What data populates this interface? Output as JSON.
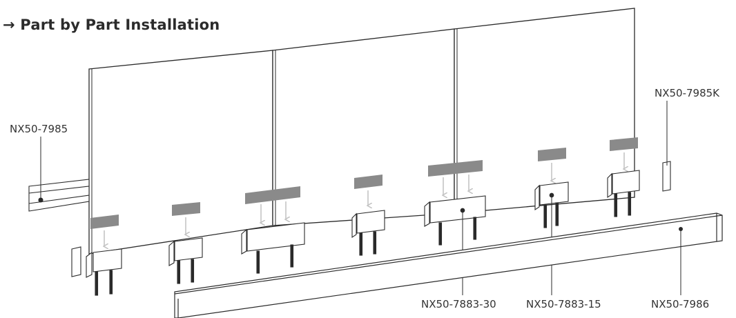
{
  "title": "→ Part by Part Installation",
  "labels": {
    "nx50_7985": "NX50-7985",
    "nx50_7985k": "NX50-7985K",
    "nx50_7883_30": "NX50-7883-30",
    "nx50_7883_15": "NX50-7883-15",
    "nx50_7986": "NX50-7986"
  },
  "colors": {
    "line": "#2a2a2a",
    "pad": "#8a8a8a",
    "arrow": "#c4c4c4",
    "panel": "#ffffff"
  }
}
